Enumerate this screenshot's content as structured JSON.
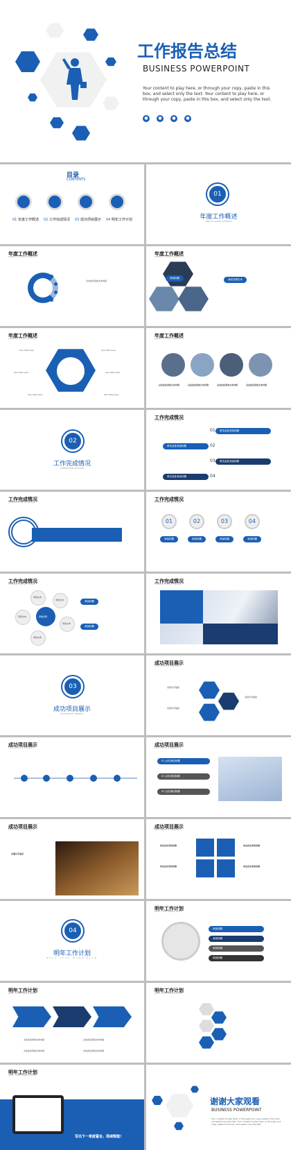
{
  "cover": {
    "title": "工作报告总结",
    "subtitle": "BUSINESS POWERPOINT",
    "body_line1": "Your content to play here, or through your copy, paste in this box, and select only",
    "body_line2": "the text. Your content to play here, or through your copy, paste in this box, and select only the text.",
    "icons": [
      "user-icon",
      "person-icon",
      "chat-icon",
      "chat-icon"
    ]
  },
  "toc": {
    "label": "目录",
    "sub": "CONTENTS",
    "items": [
      {
        "num": "01",
        "text": "年度工作概述"
      },
      {
        "num": "02",
        "text": "工作完成情况"
      },
      {
        "num": "03",
        "text": "成功项目展示"
      },
      {
        "num": "04",
        "text": "明年工作计划"
      }
    ],
    "desc": "点击此处添加正文内容点击此处添加正文内容"
  },
  "sec1": {
    "num": "01",
    "title": "年度工作概述",
    "sub": "ANNUAL WORK SUMMARY"
  },
  "sec2": {
    "num": "02",
    "title": "工作完成情况",
    "sub": "COMPLETION OF WORK"
  },
  "sec3": {
    "num": "03",
    "title": "成功项目展示",
    "sub": "SUCCESSFUL PROJECT"
  },
  "sec4": {
    "num": "04",
    "title": "明年工作计划",
    "sub": "NEXT YEAR WORK PLAN"
  },
  "hdr": {
    "annual": "年度工作概述",
    "annual_sub": "ANNUAL WORK SUMMARY",
    "completion": "工作完成情况",
    "completion_sub": "COMPLETION OF WORK",
    "project": "成功项目展示",
    "project_sub": "SUCCESSFUL PROJECT",
    "plan": "明年工作计划",
    "plan_sub": "NEXT YEAR WORK PLAN"
  },
  "labels": {
    "add_title": "添加标题",
    "add_key": "添加关键文本",
    "click_add": "点击添加标题",
    "your_title": "Your title here",
    "add_text": "添加文本",
    "keyword": "关键文字描述",
    "filler": "单击此处添加标题",
    "add_content": "点击此处添加文本内容",
    "finish": "写出下一季度誓言，再续辉煌！"
  },
  "numbers": [
    "01",
    "02",
    "03",
    "04"
  ],
  "end": {
    "title": "谢谢大家观看",
    "subtitle": "BUSINESS POWERPOINT",
    "body": "Your content to play here, or through your copy, paste in this box, and select only the text. Your content to play here, or through your copy, paste in this box, and select only the text."
  }
}
